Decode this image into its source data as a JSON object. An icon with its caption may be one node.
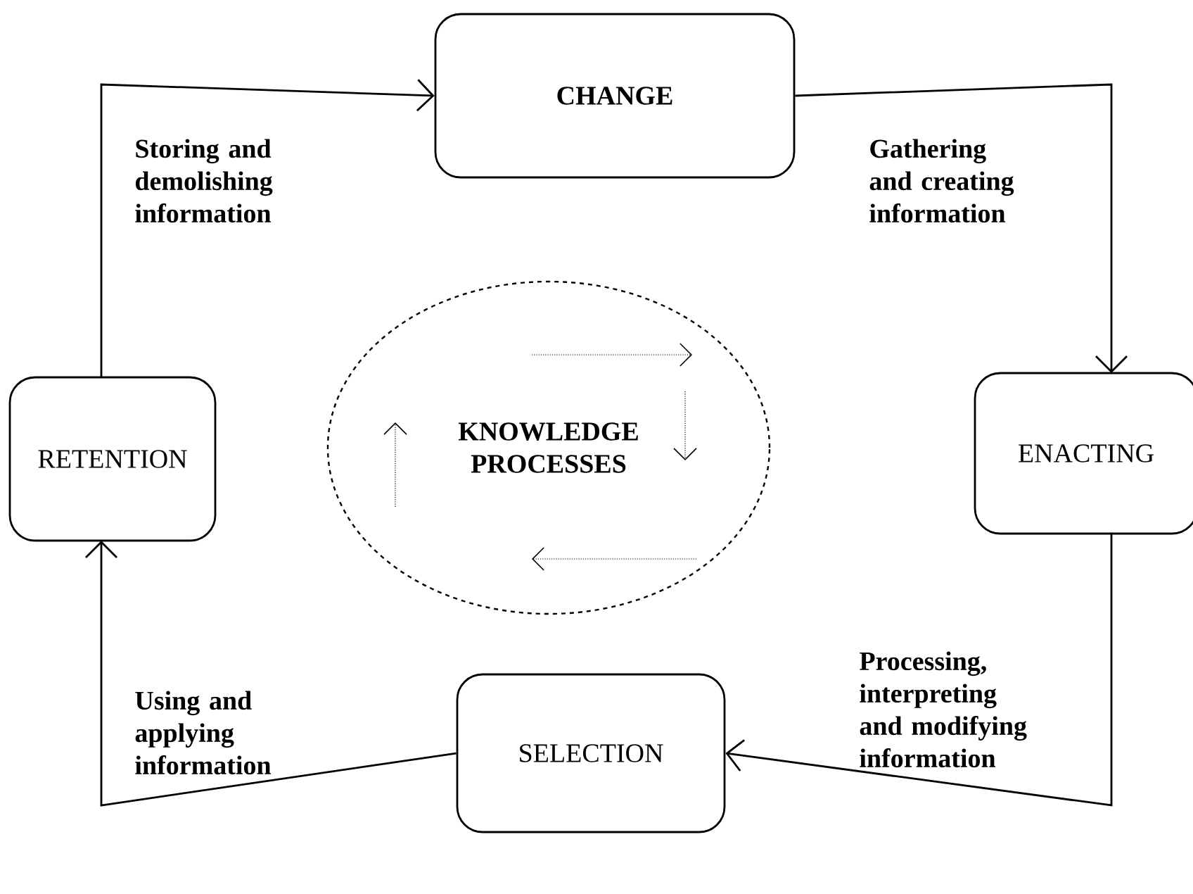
{
  "diagram": {
    "nodes": [
      {
        "text": [
          "CHANGE"
        ]
      },
      {
        "text": [
          "ENACTING"
        ]
      },
      {
        "text": [
          "SELECTION"
        ]
      },
      {
        "text": [
          "RETENTION"
        ]
      },
      {
        "text": [
          "KNOWLEDGE PROCESSES"
        ]
      }
    ],
    "edges": [
      {
        "from": 0,
        "to": 1,
        "arrow": "to",
        "label": "Gathering and creating information"
      },
      {
        "from": 1,
        "to": 2,
        "arrow": "to",
        "label": "Processing, interpreting and modifying information"
      },
      {
        "from": 2,
        "to": 3,
        "arrow": "to",
        "label": "Using and applying information"
      },
      {
        "from": 3,
        "to": 0,
        "arrow": "to",
        "label": "Storing and demolishing information"
      }
    ]
  }
}
